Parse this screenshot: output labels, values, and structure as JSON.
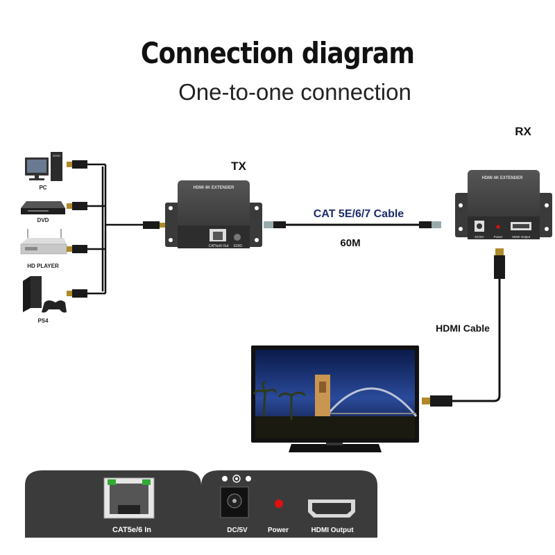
{
  "title": "Connection diagram",
  "subtitle": "One-to-one connection",
  "tx_label": "TX",
  "rx_label": "RX",
  "cable_label": "CAT 5E/6/7 Cable",
  "distance_label": "60M",
  "hdmi_cable_label": "HDMI Cable",
  "sources": [
    {
      "label": "PC",
      "icon": "pc-icon"
    },
    {
      "label": "DVD",
      "icon": "dvd-player-icon"
    },
    {
      "label": "HD PLAYER",
      "icon": "hd-player-icon"
    },
    {
      "label": "PS4",
      "icon": "ps4-icon"
    }
  ],
  "tx_device": {
    "brand": "HDMI 4K EXTENDER",
    "port_label": "CAT5e/6 Out",
    "edid_label": "EDID"
  },
  "rx_device": {
    "brand": "HDMI 4K EXTENDER",
    "dc_label": "DC/5V",
    "power_label": "Power",
    "hdmi_label": "HDMI Output"
  },
  "closeup_left": {
    "port_label": "CAT5e/6 In"
  },
  "closeup_right": {
    "dc_label": "DC/5V",
    "power_label": "Power",
    "hdmi_label": "HDMI Output"
  },
  "colors": {
    "accent_blue": "#1c2a6b",
    "device": "#3c3c3c",
    "led_red": "#e01010"
  }
}
